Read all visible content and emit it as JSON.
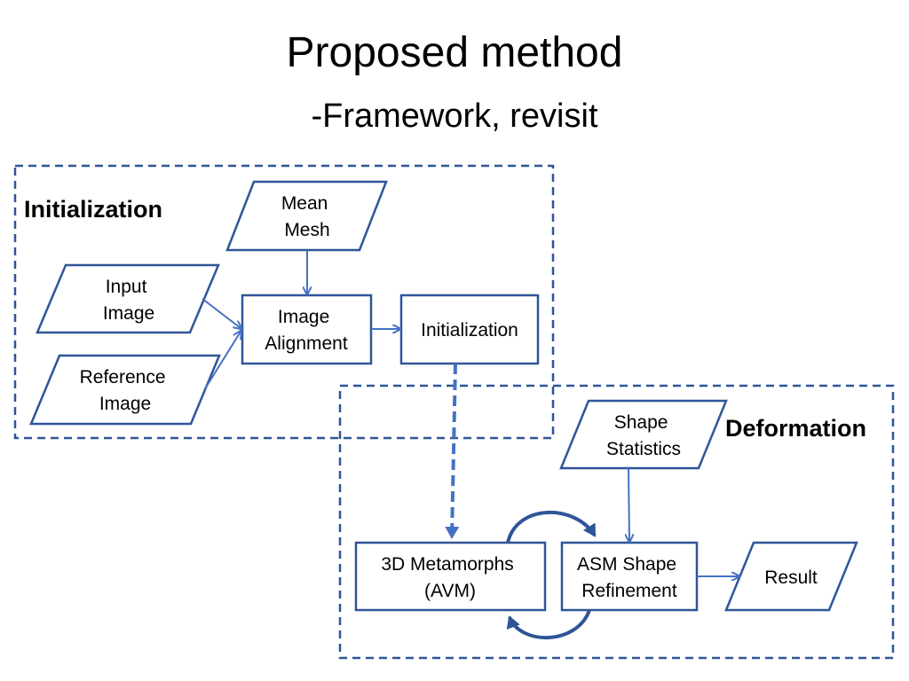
{
  "slide": {
    "title": "Proposed method",
    "subtitle": "-Framework, revisit"
  },
  "groups": {
    "initialization_label": "Initialization",
    "deformation_label": "Deformation"
  },
  "nodes": {
    "mean_mesh": [
      "Mean",
      "Mesh"
    ],
    "input_image": [
      "Input",
      "Image"
    ],
    "reference_image": [
      "Reference",
      "Image"
    ],
    "image_alignment": [
      "Image",
      "Alignment"
    ],
    "initialization": [
      "Initialization"
    ],
    "shape_statistics": [
      "Shape",
      "Statistics"
    ],
    "metamorphs": [
      "3D Metamorphs",
      "(AVM)"
    ],
    "asm_refinement": [
      "ASM Shape",
      "Refinement"
    ],
    "result": [
      "Result"
    ]
  },
  "colors": {
    "stroke": "#2f5597",
    "arrow": "#4472c4"
  }
}
